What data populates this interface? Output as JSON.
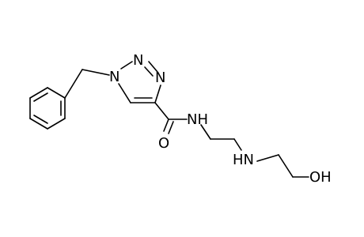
{
  "molecule": {
    "atom_labels": {
      "n1": "N",
      "n2": "N",
      "n3": "N",
      "amide_nh": "NH",
      "amide_o": "O",
      "amine_nh": "HN",
      "hydroxyl": "OH"
    },
    "colors": {
      "bond": "#000000",
      "label": "#000000",
      "background": "#ffffff"
    }
  }
}
